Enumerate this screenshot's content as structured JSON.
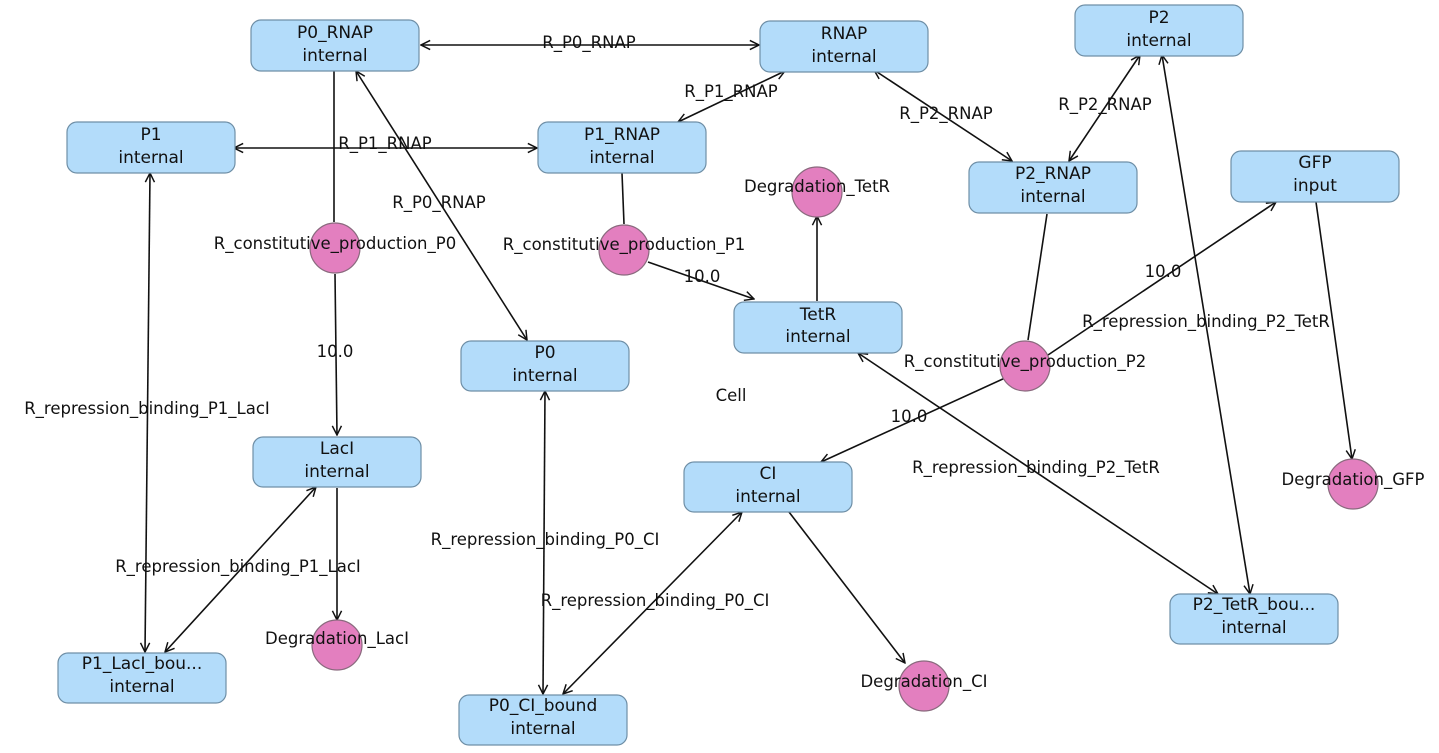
{
  "compartment": {
    "label": "Cell"
  },
  "species": {
    "p0_rnap": {
      "name": "P0_RNAP",
      "compartment": "internal"
    },
    "rnap": {
      "name": "RNAP",
      "compartment": "internal"
    },
    "p2": {
      "name": "P2",
      "compartment": "internal"
    },
    "p1": {
      "name": "P1",
      "compartment": "internal"
    },
    "p1_rnap": {
      "name": "P1_RNAP",
      "compartment": "internal"
    },
    "p2_rnap": {
      "name": "P2_RNAP",
      "compartment": "internal"
    },
    "gfp": {
      "name": "GFP",
      "compartment": "input"
    },
    "tetr": {
      "name": "TetR",
      "compartment": "internal"
    },
    "p0": {
      "name": "P0",
      "compartment": "internal"
    },
    "laci": {
      "name": "LacI",
      "compartment": "internal"
    },
    "ci": {
      "name": "CI",
      "compartment": "internal"
    },
    "p1_laci_bound": {
      "name": "P1_LacI_bou...",
      "compartment": "internal"
    },
    "p0_ci_bound": {
      "name": "P0_CI_bound",
      "compartment": "internal"
    },
    "p2_tetr_bound": {
      "name": "P2_TetR_bou...",
      "compartment": "internal"
    }
  },
  "reactions": {
    "prod_p0": {
      "label": "R_constitutive_production_P0"
    },
    "prod_p1": {
      "label": "R_constitutive_production_P1"
    },
    "prod_p2": {
      "label": "R_constitutive_production_P2"
    },
    "deg_tetr": {
      "label": "Degradation_TetR"
    },
    "deg_laci": {
      "label": "Degradation_LacI"
    },
    "deg_ci": {
      "label": "Degradation_CI"
    },
    "deg_gfp": {
      "label": "Degradation_GFP"
    }
  },
  "edge_labels": {
    "r_p0_rnap_top": "R_P0_RNAP",
    "r_p1_rnap_upper": "R_P1_RNAP",
    "r_p1_rnap_left": "R_P1_RNAP",
    "r_p2_rnap_left": "R_P2_RNAP",
    "r_p2_rnap_right": "R_P2_RNAP",
    "r_p0_rnap_mid": "R_P0_RNAP",
    "stoich_p1": "10.0",
    "stoich_p0": "10.0",
    "stoich_p2_gfp": "10.0",
    "stoich_p2_ci": "10.0",
    "rep_p2_tetr_upper": "R_repression_binding_P2_TetR",
    "rep_p2_tetr_lower": "R_repression_binding_P2_TetR",
    "rep_p1_laci_left": "R_repression_binding_P1_LacI",
    "rep_p1_laci_lower": "R_repression_binding_P1_LacI",
    "rep_p0_ci_upper": "R_repression_binding_P0_CI",
    "rep_p0_ci_lower": "R_repression_binding_P0_CI"
  },
  "colors": {
    "species_fill": "#b3dcfa",
    "species_stroke": "#6f8fa6",
    "reaction_fill": "#e37fbf",
    "edge": "#111111"
  }
}
